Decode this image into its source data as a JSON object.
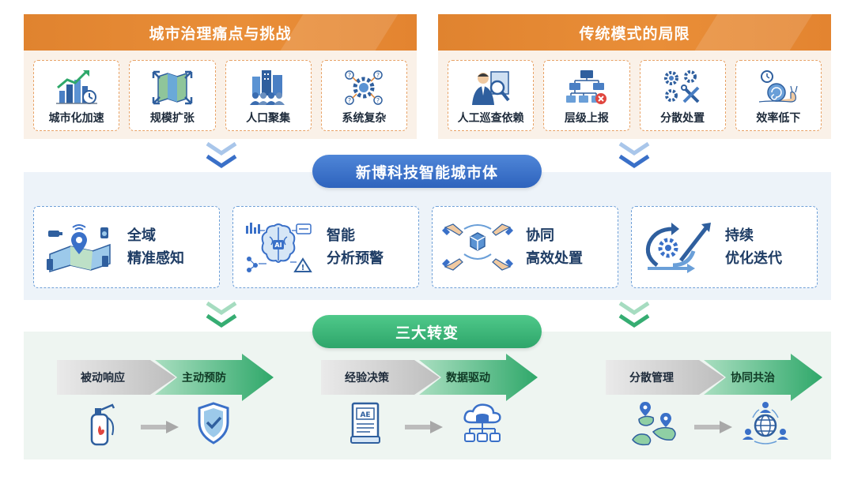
{
  "challenges": {
    "title": "城市治理痛点与挑战",
    "items": [
      {
        "label": "城市化加速",
        "icon": "city-growth-chart-icon"
      },
      {
        "label": "规模扩张",
        "icon": "map-expand-icon"
      },
      {
        "label": "人口聚集",
        "icon": "buildings-crowd-icon"
      },
      {
        "label": "系统复杂",
        "icon": "complex-gears-icon"
      }
    ]
  },
  "limitations": {
    "title": "传统模式的局限",
    "items": [
      {
        "label": "人工巡查依赖",
        "icon": "inspector-magnifier-icon"
      },
      {
        "label": "层级上报",
        "icon": "hierarchy-report-icon"
      },
      {
        "label": "分散处置",
        "icon": "scattered-tools-icon"
      },
      {
        "label": "效率低下",
        "icon": "snail-clock-icon"
      }
    ]
  },
  "platform": {
    "title": "新博科技智能城市体",
    "capabilities": [
      {
        "line1": "全域",
        "line2": "精准感知",
        "icon": "sensing-map-icon"
      },
      {
        "line1": "智能",
        "line2": "分析预警",
        "icon": "ai-brain-icon"
      },
      {
        "line1": "协同",
        "line2": "高效处置",
        "icon": "collaboration-hands-icon"
      },
      {
        "line1": "持续",
        "line2": "优化迭代",
        "icon": "continuous-optimize-icon"
      }
    ]
  },
  "transformations": {
    "title": "三大转变",
    "items": [
      {
        "from": "被动响应",
        "to": "主动预防",
        "from_icon": "fire-extinguisher-icon",
        "to_icon": "shield-check-icon"
      },
      {
        "from": "经验决策",
        "to": "数据驱动",
        "from_icon": "book-icon",
        "to_icon": "cloud-database-icon"
      },
      {
        "from": "分散管理",
        "to": "协同共治",
        "from_icon": "scattered-locations-icon",
        "to_icon": "globe-people-icon"
      }
    ]
  },
  "colors": {
    "orange": "#e3883a",
    "blue": "#3a70c8",
    "green": "#36ad72",
    "navy": "#1e3c64"
  }
}
